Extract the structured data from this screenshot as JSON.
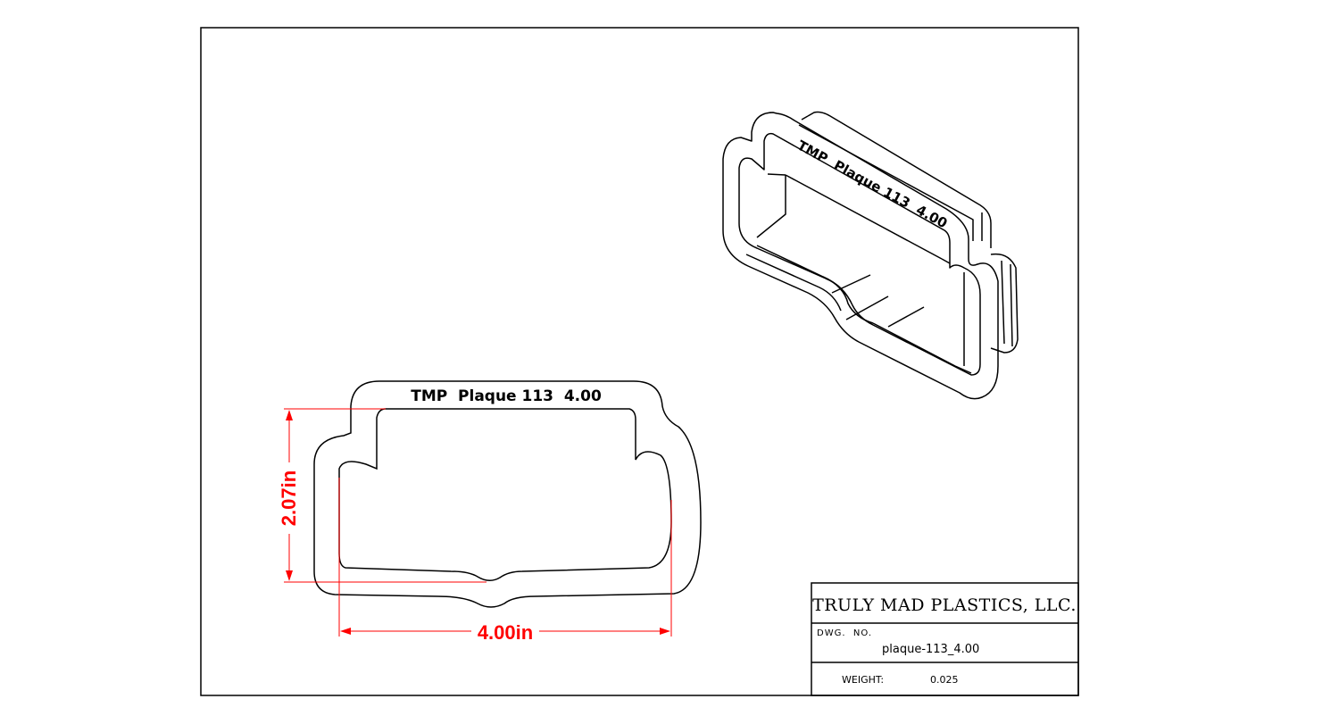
{
  "part_label": "TMP  Plaque 113  4.00",
  "iso_label": "TMP  Plaque 113  4.00",
  "dimensions": {
    "height": "2.07in",
    "width": "4.00in"
  },
  "title_block": {
    "company": "TRULY MAD PLASTICS, LLC.",
    "dwg_no_label": "DWG.  NO.",
    "dwg_no_value": "plaque-113_4.00",
    "weight_label": "WEIGHT:",
    "weight_value": "0.025"
  },
  "colors": {
    "line": "#000000",
    "dimension": "#ff0000"
  }
}
